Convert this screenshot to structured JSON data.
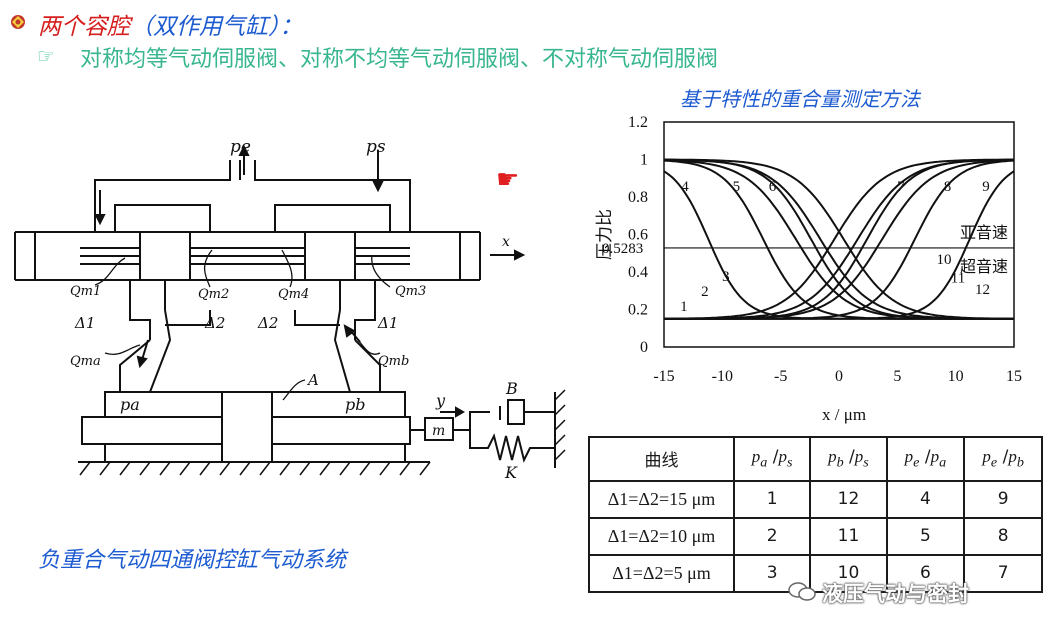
{
  "header": {
    "title_red": "两个容腔",
    "title_blue": "（双作用气缸）：",
    "subtitle": "对称均等气动伺服阀、对称不均等气动伺服阀、不对称气动伺服阀"
  },
  "method_title": "基于特性的重合量测定方法",
  "diagram": {
    "caption": "负重合气动四通阀控缸气动系统",
    "labels": {
      "pe": "pe",
      "ps": "ps",
      "x": "x",
      "qm1": "Qm1",
      "qm2": "Qm2",
      "qm3": "Qm3",
      "qm4": "Qm4",
      "qma": "Qma",
      "qmb": "Qmb",
      "delta1_left": "Δ1",
      "delta2_left": "Δ2",
      "delta2_right": "Δ2",
      "delta1_right": "Δ1",
      "pa": "pa",
      "pb": "pb",
      "A": "A",
      "y": "y",
      "m": "m",
      "B": "B",
      "K": "K"
    }
  },
  "chart_data": {
    "type": "line",
    "xlabel": "x / μm",
    "ylabel": "压力比",
    "xlim": [
      -15,
      15
    ],
    "ylim": [
      0,
      1.2
    ],
    "x_ticks": [
      "-15",
      "-10",
      "-5",
      "0",
      "5",
      "10",
      "15"
    ],
    "y_ticks": [
      "0",
      "0.2",
      "0.4",
      "0.6",
      "0.8",
      "1",
      "1.2"
    ],
    "ref_line": {
      "value": 0.5283,
      "label": "0.5283"
    },
    "region_labels": {
      "subsonic": "亚音速",
      "supersonic": "超音速"
    },
    "series": [
      {
        "name": "1",
        "direction": "rise",
        "center": 3.7,
        "width": 2.1
      },
      {
        "name": "2",
        "direction": "rise",
        "center": 1.6,
        "width": 2.1
      },
      {
        "name": "3",
        "direction": "rise",
        "center": -0.4,
        "width": 2.1
      },
      {
        "name": "4",
        "direction": "fall",
        "center": -11.2,
        "width": 1.5
      },
      {
        "name": "5",
        "direction": "fall",
        "center": -6.5,
        "width": 1.7
      },
      {
        "name": "6",
        "direction": "fall",
        "center": -2.4,
        "width": 1.9
      },
      {
        "name": "7",
        "direction": "rise",
        "center": 2.4,
        "width": 1.9
      },
      {
        "name": "8",
        "direction": "rise",
        "center": 6.5,
        "width": 1.7
      },
      {
        "name": "9",
        "direction": "rise",
        "center": 11.2,
        "width": 1.5
      },
      {
        "name": "10",
        "direction": "fall",
        "center": 0.4,
        "width": 2.1
      },
      {
        "name": "11",
        "direction": "fall",
        "center": -1.6,
        "width": 2.1
      },
      {
        "name": "12",
        "direction": "fall",
        "center": -3.7,
        "width": 2.1
      }
    ]
  },
  "table": {
    "headers": {
      "curve": "曲线",
      "h1": {
        "a": "p",
        "a_sub": "a",
        "b": "p",
        "b_sub": "s"
      },
      "h2": {
        "a": "p",
        "a_sub": "b",
        "b": "p",
        "b_sub": "s"
      },
      "h3": {
        "a": "p",
        "a_sub": "e",
        "b": "p",
        "b_sub": "a"
      },
      "h4": {
        "a": "p",
        "a_sub": "e",
        "b": "p",
        "b_sub": "b"
      }
    },
    "rows": [
      {
        "cond": "Δ1=Δ2=15 μm",
        "c1": "1",
        "c2": "12",
        "c3": "4",
        "c4": "9"
      },
      {
        "cond": "Δ1=Δ2=10 μm",
        "c1": "2",
        "c2": "11",
        "c3": "5",
        "c4": "8"
      },
      {
        "cond": "Δ1=Δ2=5 μm",
        "c1": "3",
        "c2": "10",
        "c3": "6",
        "c4": "7"
      }
    ]
  },
  "watermark": "液压气动与密封"
}
